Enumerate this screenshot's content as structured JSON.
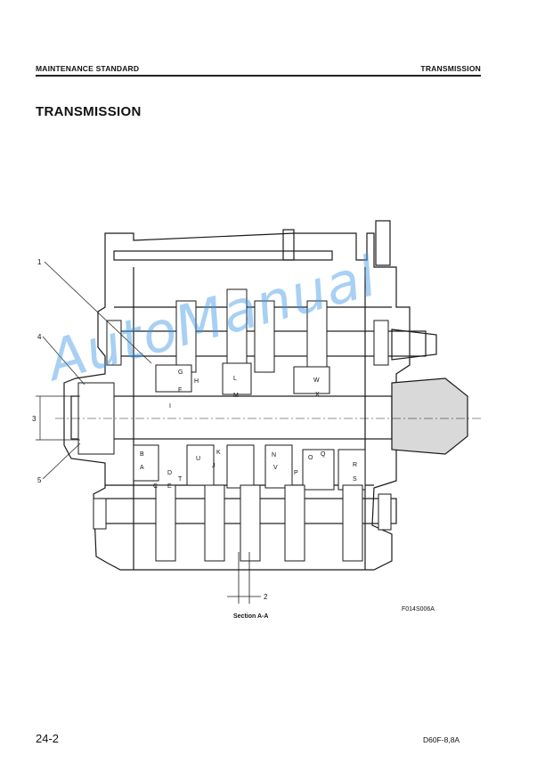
{
  "header": {
    "left": "MAINTENANCE STANDARD",
    "right": "TRANSMISSION"
  },
  "title": "TRANSMISSION",
  "figure": {
    "caption": "Section A-A",
    "code": "F014S006A",
    "callouts": [
      "1",
      "2",
      "3",
      "4",
      "5"
    ],
    "part_letters": [
      "G",
      "H",
      "F",
      "I",
      "L",
      "M",
      "W",
      "X",
      "B",
      "D",
      "A",
      "C",
      "E",
      "T",
      "U",
      "J",
      "K",
      "N",
      "V",
      "O",
      "P",
      "R",
      "S",
      "Q"
    ]
  },
  "watermark": "AutoManual",
  "footer": {
    "page": "24-2",
    "model": "D60F-8,8A"
  }
}
